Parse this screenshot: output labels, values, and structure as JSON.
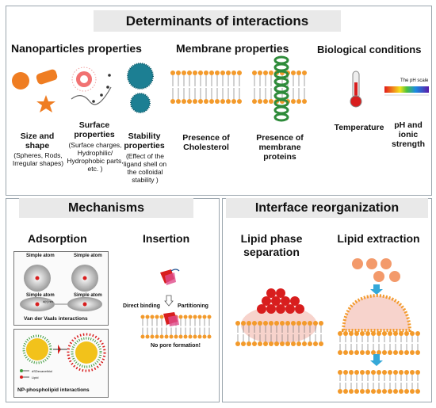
{
  "top": {
    "title": "Determinants of interactions",
    "nanoparticles": {
      "heading": "Nanoparticles properties",
      "items": [
        {
          "title": "Size and shape",
          "detail": "(Spheres, Rods, Irregular shapes)"
        },
        {
          "title": "Surface properties",
          "detail": "(Surface charges, Hydrophilic/ Hydrophobic parts, etc. )"
        },
        {
          "title": "Stability properties",
          "detail": "(Effect of the ligand shell on the colloidal stability )"
        }
      ]
    },
    "membrane": {
      "heading": "Membrane properties",
      "items": [
        {
          "title": "Presence of Cholesterol"
        },
        {
          "title": "Presence of membrane proteins"
        }
      ]
    },
    "biological": {
      "heading": "Biological conditions",
      "ph_scale_label": "The pH scale",
      "items": [
        {
          "title": "Temperature"
        },
        {
          "title": "pH and ionic strength"
        }
      ]
    }
  },
  "mechanisms": {
    "title": "Mechanisms",
    "adsorption": {
      "heading": "Adsorption",
      "simple_atom": "Simple atom",
      "distance": "d(r) nm",
      "vdw": "Van der Vaals interactions",
      "legend_dsdecanethiol": "dSDecanethiol",
      "legend_lipid": "Lipid",
      "np_phospholipid": "NP-phospholipid interactions"
    },
    "insertion": {
      "heading": "Insertion",
      "direct_binding": "Direct binding",
      "partitioning": "Partitioning",
      "no_pore": "No pore formation!"
    }
  },
  "interface": {
    "title": "Interface reorganization",
    "phase_separation": "Lipid phase separation",
    "extraction": "Lipid extraction"
  },
  "colors": {
    "header_bg": "#e9e9e9",
    "panel_border": "#9aa5ad",
    "lipid_head": "#f39a2b",
    "np_orange": "#ef7d22",
    "np_teal": "#1c7f93",
    "red_np": "#d81e1e",
    "helix_green": "#2e8b3a",
    "arrow_blue": "#35a8d8"
  }
}
